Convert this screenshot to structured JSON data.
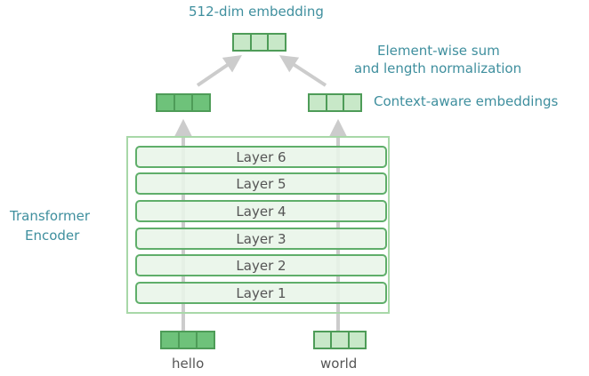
{
  "output": {
    "label": "512-dim embedding"
  },
  "combine": {
    "line1": "Element-wise sum",
    "line2": "and length normalization"
  },
  "context": {
    "label": "Context-aware embeddings"
  },
  "encoder": {
    "label_line1": "Transformer",
    "label_line2": "Encoder",
    "layers": [
      "Layer 6",
      "Layer 5",
      "Layer 4",
      "Layer 3",
      "Layer 2",
      "Layer 1"
    ]
  },
  "inputs": [
    {
      "word": "hello",
      "style": "dark"
    },
    {
      "word": "world",
      "style": "light"
    }
  ],
  "colors": {
    "text_accent": "#3f8f9e",
    "text_body": "#555555",
    "green_dark": "#6ec27a",
    "green_light": "#c8e8c8",
    "green_border": "#4e9c58",
    "layer_fill": "#e8f5e8",
    "arrow": "#cccccc"
  }
}
